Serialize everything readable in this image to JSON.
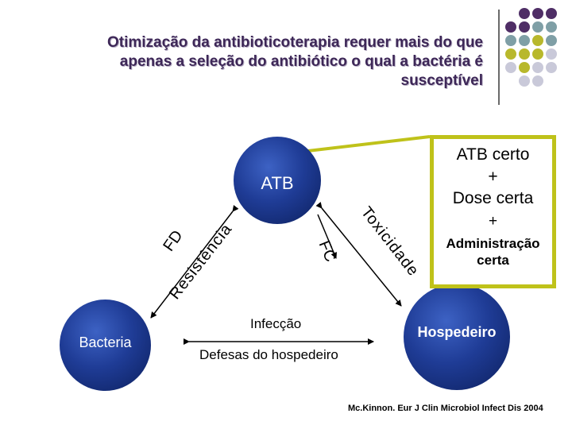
{
  "title": {
    "line1": "Otimização da antibioticoterapia requer mais do que",
    "line2": "apenas a seleção do antibiótico o qual a bactéria é",
    "line3": "susceptível"
  },
  "decor": {
    "colors": {
      "purple": "#4f2e66",
      "teal": "#7f9fa6",
      "olive": "#b8b82c",
      "lightgray": "#c9c9d9"
    }
  },
  "nodes": {
    "atb": "ATB",
    "bacteria": "Bacteria",
    "host": "Hospedeiro"
  },
  "box": {
    "line1": "ATB certo",
    "plus1": "+",
    "line2": "Dose certa",
    "plus2": "+",
    "line3": "Administração",
    "line4": "certa"
  },
  "edges": {
    "resistance": "Resistência",
    "fd": "FD",
    "fc": "FC",
    "toxicity": "Toxicidade",
    "infection": "Infecção",
    "defenses": "Defesas do hospedeiro"
  },
  "citation": "Mc.Kinnon. Eur J Clin Microbiol Infect Dis 2004"
}
